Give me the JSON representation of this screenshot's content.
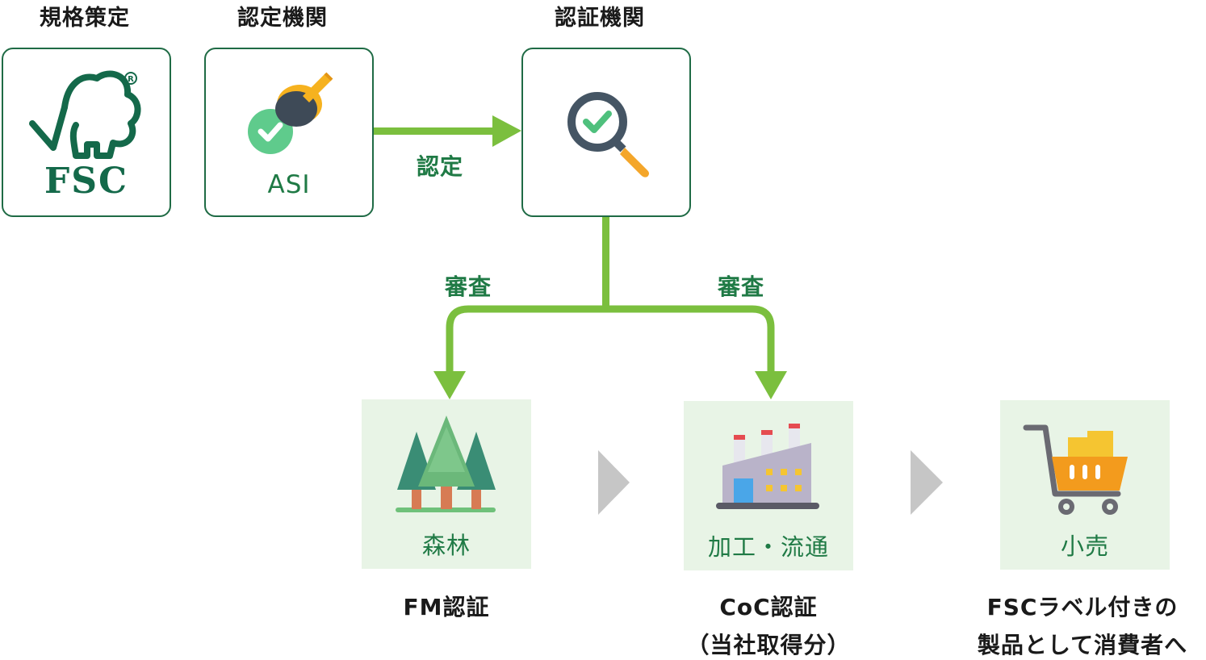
{
  "columns": {
    "standard": {
      "heading": "規格策定",
      "logo_text": "FSC"
    },
    "accreditation": {
      "heading": "認定機関",
      "label": "ASI"
    },
    "certification": {
      "heading": "認証機関"
    }
  },
  "arrows": {
    "accredit_label": "認定",
    "audit_left_label": "審査",
    "audit_right_label": "審査"
  },
  "stages": [
    {
      "label": "森林",
      "caption_line1": "FM認証",
      "caption_line2": ""
    },
    {
      "label": "加工・流通",
      "caption_line1": "CoC認証",
      "caption_line2": "（当社取得分）"
    },
    {
      "label": "小売",
      "caption_line1": "FSCラベル付きの",
      "caption_line2": "製品として消費者へ"
    }
  ],
  "icons": {
    "fsc_logo": "fsc-tree-checkmark-logo",
    "accreditation": "rubber-stamp-check",
    "certification": "magnifier-check",
    "forest": "pine-trees",
    "factory": "factory",
    "retail": "shopping-cart"
  },
  "colors": {
    "frame": "#1f6b45",
    "accent_green": "#7bbf3e",
    "label_green": "#1f7a45",
    "tile_bg": "#e8f4e6",
    "chevron": "#c6c6c6"
  }
}
